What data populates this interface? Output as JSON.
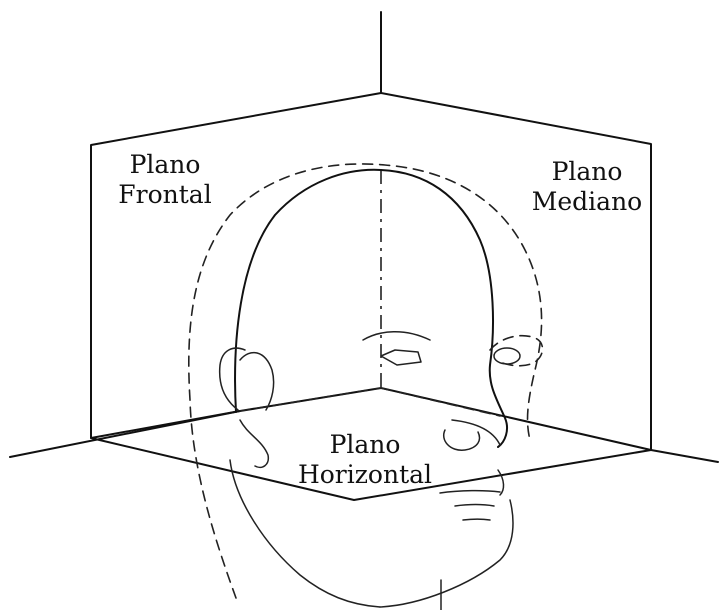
{
  "labels": {
    "frontal_line1": "Plano",
    "frontal_line2": "Frontal",
    "median_line1": "Plano",
    "median_line2": "Mediano",
    "horizontal_line1": "Plano",
    "horizontal_line2": "Horizontal"
  }
}
